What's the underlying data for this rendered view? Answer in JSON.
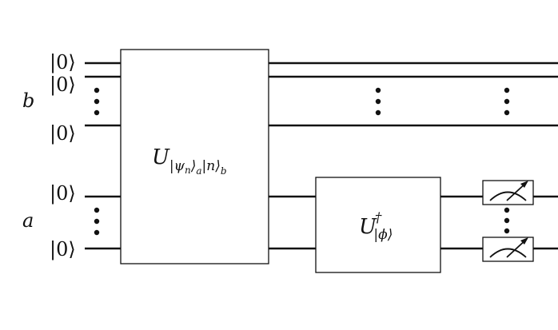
{
  "inputs": {
    "b": [
      "|0⟩",
      "|0⟩",
      "|0⟩"
    ],
    "a": [
      "|0⟩",
      "|0⟩"
    ]
  },
  "registers": {
    "b_label": "b",
    "a_label": "a"
  },
  "gates": {
    "prep": {
      "main": "U",
      "sub_psi": "|ψ",
      "sub_n": "n",
      "sub_ket_close_a": "⟩",
      "sub_a": "a",
      "sub_n_ket": "|n⟩",
      "sub_b": "b"
    },
    "unprep": {
      "main": "U",
      "dagger": "†",
      "sub": "|ϕ⟩"
    }
  },
  "measurements": [
    "meter-top",
    "meter-bottom"
  ]
}
